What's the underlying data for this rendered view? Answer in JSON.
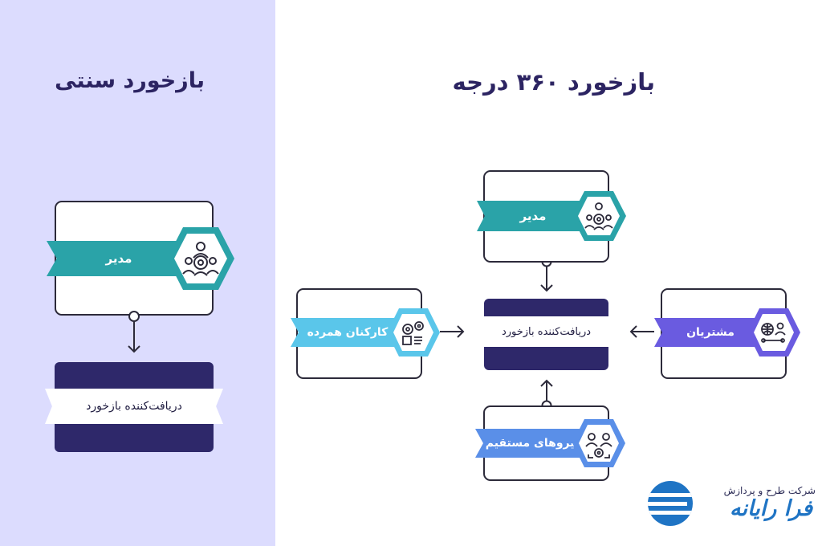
{
  "left_title": "بازخورد سنتی",
  "right_title": "بازخورد ۳۶۰ درجه",
  "traditional": {
    "manager_label": "مدیر",
    "receiver_label": "دریافت‌کننده بازخورد"
  },
  "feedback360": {
    "manager_label": "مدیر",
    "receiver_label": "دریافت‌کننده بازخورد",
    "peers_label": "کارکنان همرده",
    "customers_label": "مشتریان",
    "direct_reports_label": "نیروهای مستقیم"
  },
  "brand": {
    "tagline": "شرکت طرح و پردازش",
    "name": "فرا رایانه"
  },
  "colors": {
    "left_background": "#dcdcfe",
    "title": "#2c2462",
    "manager_teal": "#2aa3a8",
    "receiver_navy": "#2e286a",
    "peers_light_blue": "#5ac6ea",
    "customers_purple": "#6a5be0",
    "direct_reports_blue": "#5a8fe8",
    "brand_blue": "#1f74c4"
  },
  "icons": {
    "manager": "team-gear-icon",
    "peers": "gears-document-icon",
    "customers": "globe-people-icon",
    "direct_reports": "people-gear-icon",
    "brand": "striped-globe-logo"
  }
}
